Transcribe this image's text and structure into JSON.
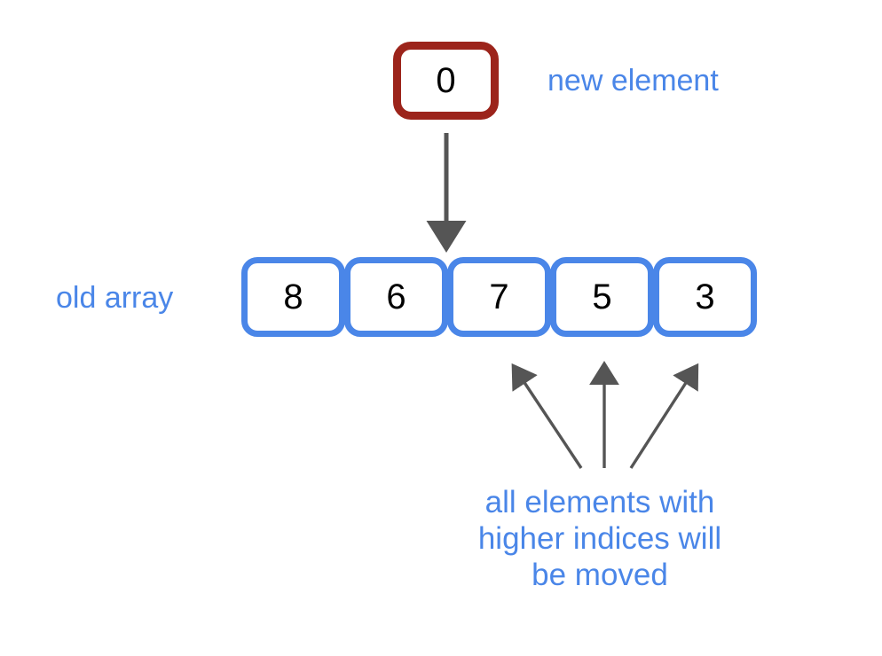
{
  "diagram": {
    "title": "Array insertion diagram",
    "background_color": "#ffffff",
    "accent_blue": "#4a86e8",
    "accent_red": "#9c241b",
    "arrow_gray": "#555555"
  },
  "new_element": {
    "value": "0",
    "label": "new element",
    "border_color": "#9c241b"
  },
  "old_array": {
    "label": "old array",
    "border_color": "#4a86e8",
    "cells": [
      {
        "value": "8",
        "index": "0"
      },
      {
        "value": "6",
        "index": "1"
      },
      {
        "value": "7",
        "index": "2"
      },
      {
        "value": "5",
        "index": "3"
      },
      {
        "value": "3",
        "index": "4"
      }
    ]
  },
  "insertion_arrow": {
    "name": "insertion-arrow",
    "direction": "down",
    "color": "#555555"
  },
  "moved_caption": {
    "line1": "all elements with",
    "line2": "higher indices will",
    "line3": "be moved",
    "color": "#4a86e8",
    "arrow_count": "3",
    "arrow_color": "#555555"
  }
}
